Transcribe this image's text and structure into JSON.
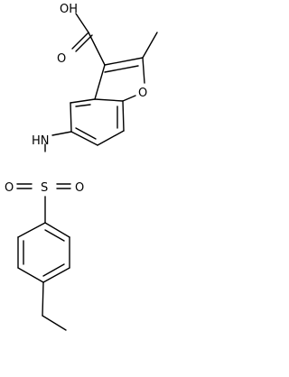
{
  "colors": {
    "background": "#ffffff",
    "bond": "#000000",
    "label": "#000000"
  },
  "atoms": {
    "carboxyl_hydroxyl": "OH",
    "carboxyl_oxygen": "O",
    "furan_oxygen": "O",
    "amine": "HN",
    "sulfur": "S",
    "sulfonyl_oxygen_left": "O",
    "sulfonyl_oxygen_right": "O"
  }
}
